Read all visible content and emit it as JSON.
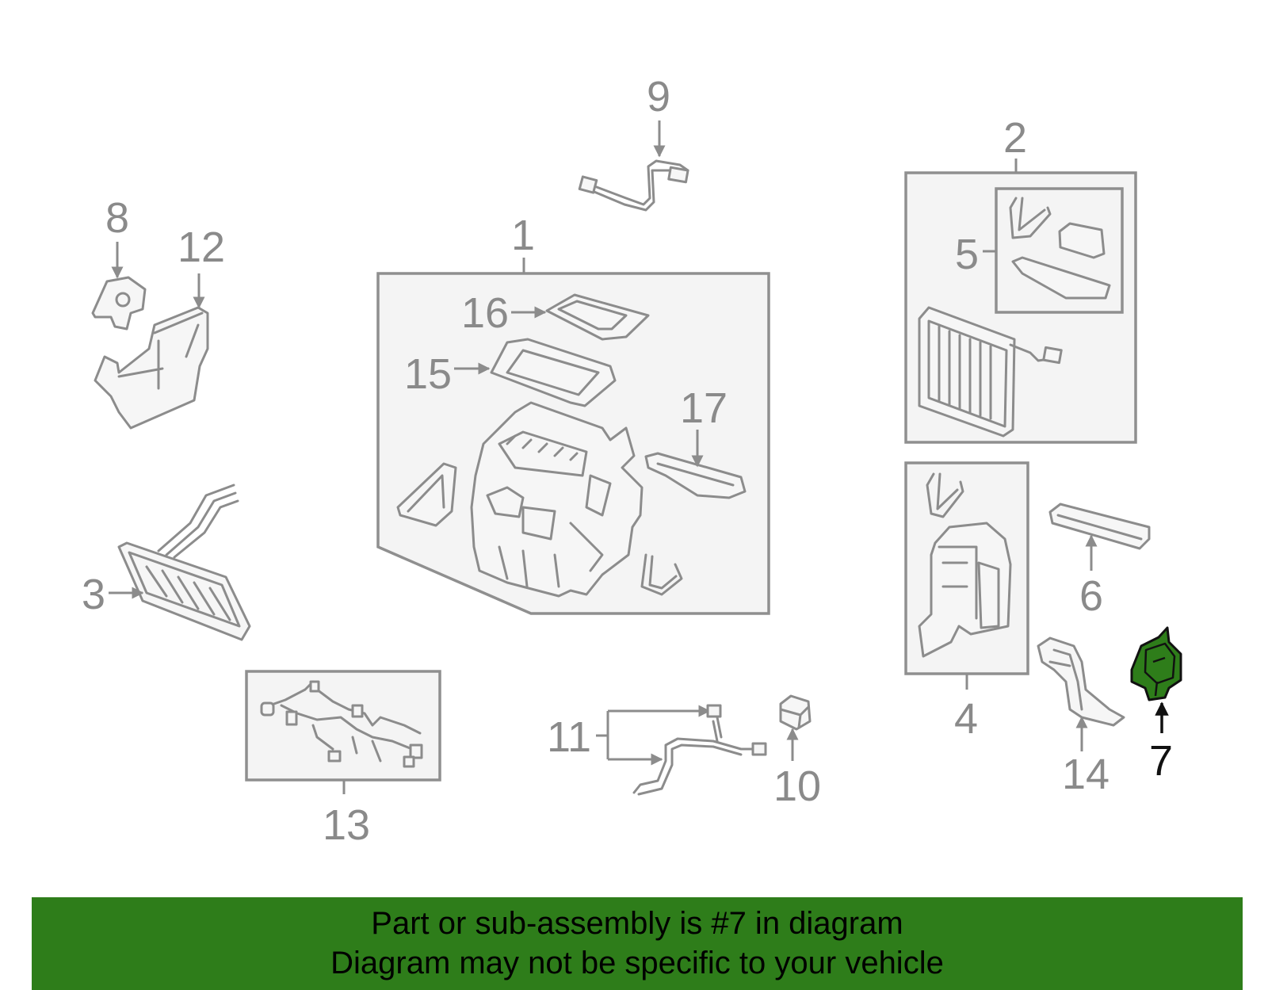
{
  "callouts": {
    "c1": "1",
    "c2": "2",
    "c3": "3",
    "c4": "4",
    "c5": "5",
    "c6": "6",
    "c7": "7",
    "c8": "8",
    "c9": "9",
    "c10": "10",
    "c11": "11",
    "c12": "12",
    "c13": "13",
    "c14": "14",
    "c15": "15",
    "c16": "16",
    "c17": "17"
  },
  "highlighted_part": "7",
  "colors": {
    "highlight": "#2e7d1a",
    "line": "#8c8c8c",
    "box_fill": "#f4f4f4"
  },
  "banner": {
    "line1": "Part or sub-assembly is #7 in diagram",
    "line2": "Diagram may not be specific to your vehicle"
  }
}
